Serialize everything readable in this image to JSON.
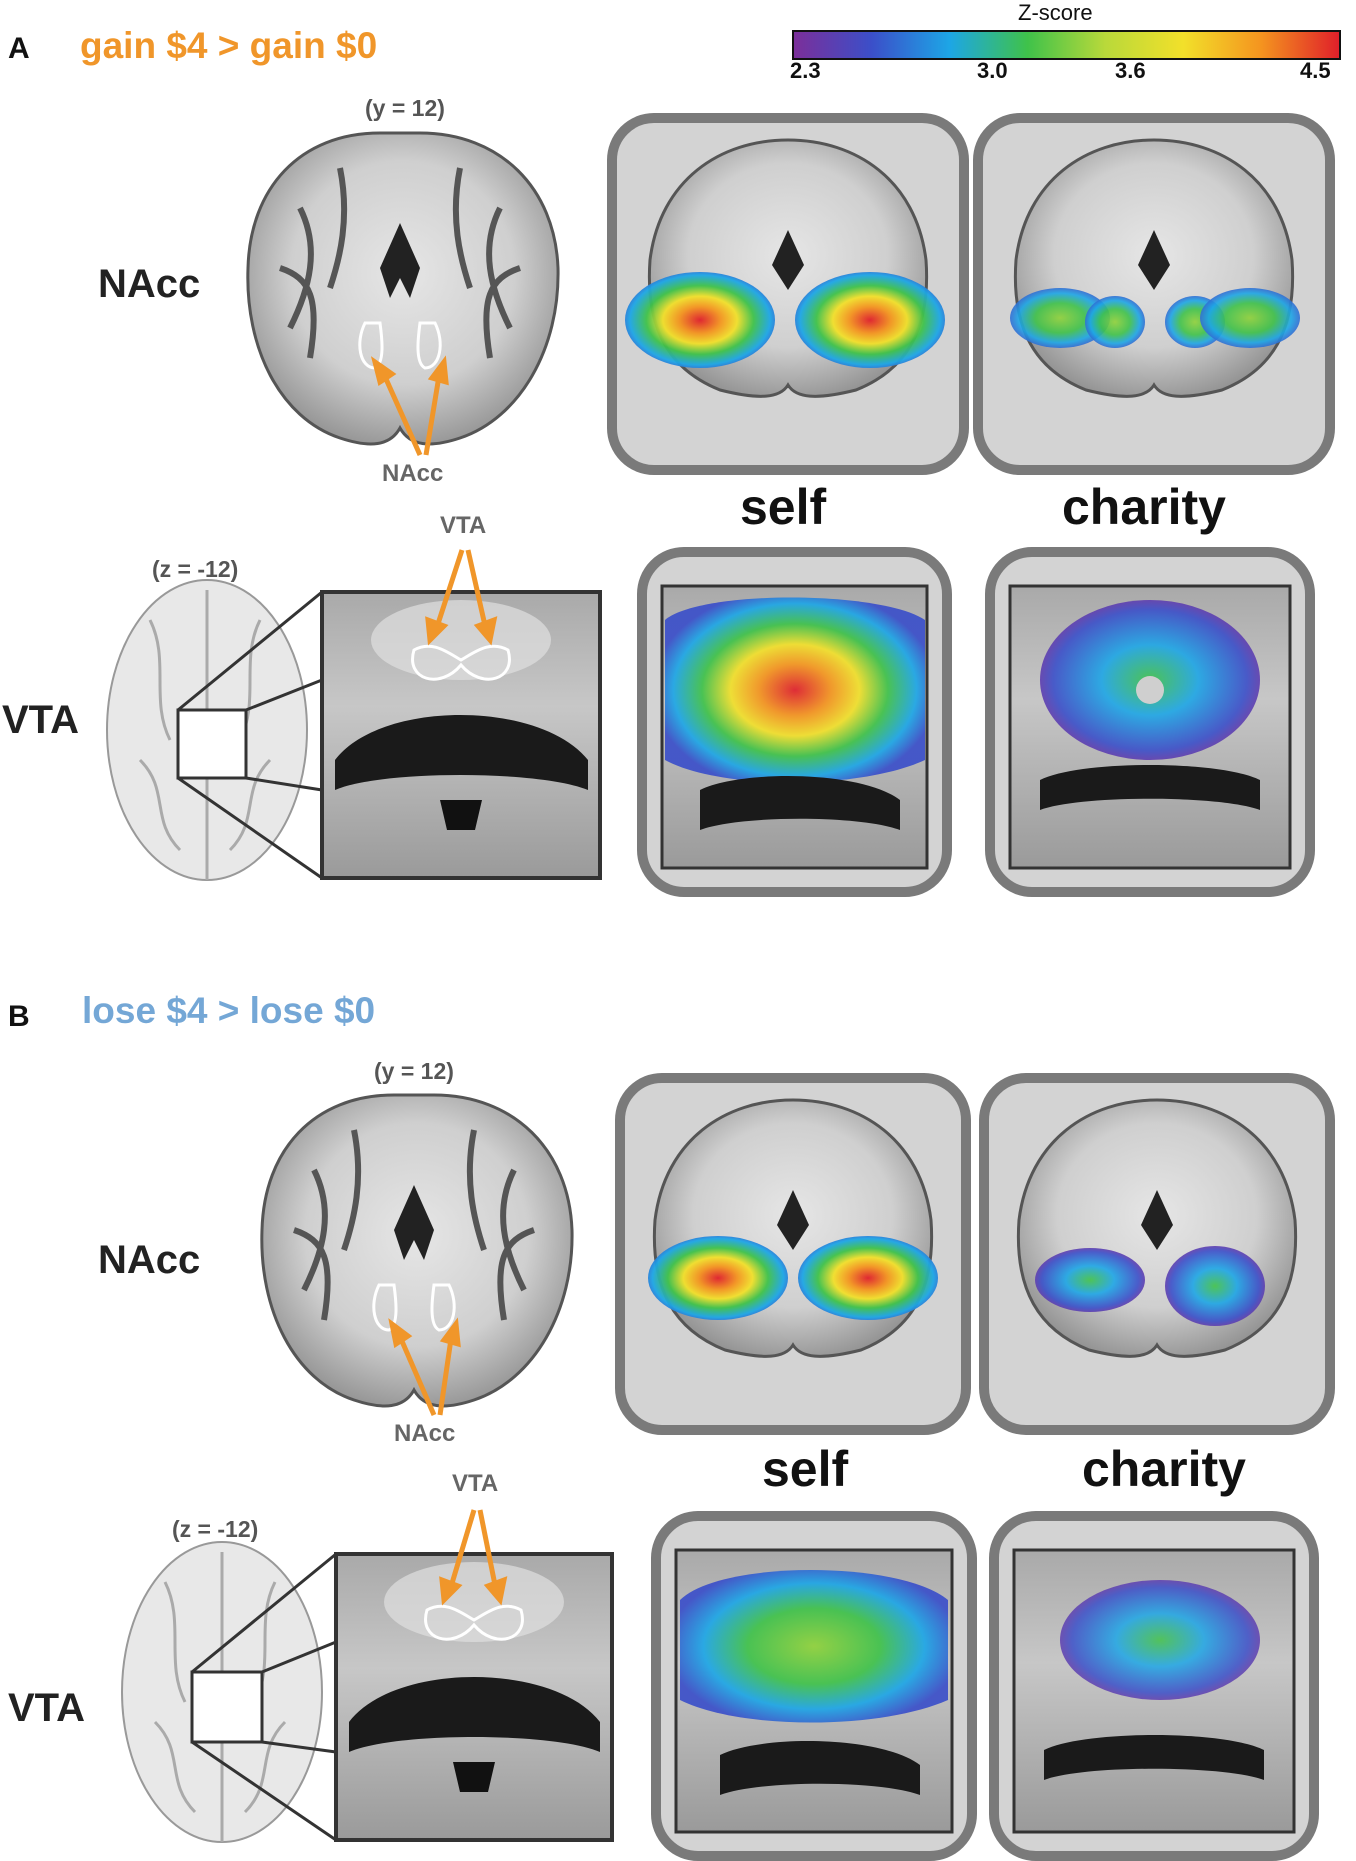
{
  "colorbar": {
    "title": "Z-score",
    "ticks": [
      "2.3",
      "3.0",
      "3.6",
      "4.5"
    ],
    "tick_values": [
      2.3,
      3.0,
      3.6,
      4.5
    ],
    "range": [
      2.3,
      4.5
    ],
    "colors": [
      "#7b2f9a",
      "#3b4fc9",
      "#1da6e6",
      "#3fc24a",
      "#b9d93a",
      "#f2e02a",
      "#f4941f",
      "#e0202a"
    ]
  },
  "panels": [
    {
      "letter": "A",
      "title": "gain $4 > gain $0",
      "title_color": "#f0962a",
      "coronal_coord": "(y = 12)",
      "axial_coord": "(z = -12)",
      "nacc_row_label": "NAcc",
      "nacc_arrow_label": "NAcc",
      "vta_row_label": "VTA",
      "vta_arrow_label": "VTA",
      "conditions": [
        "self",
        "charity"
      ]
    },
    {
      "letter": "B",
      "title": "lose $4 > lose $0",
      "title_color": "#74a7d6",
      "coronal_coord": "(y = 12)",
      "axial_coord": "(z = -12)",
      "nacc_row_label": "NAcc",
      "nacc_arrow_label": "NAcc",
      "vta_row_label": "VTA",
      "vta_arrow_label": "VTA",
      "conditions": [
        "self",
        "charity"
      ]
    }
  ],
  "colors": {
    "arrow": "#f0962a",
    "frame": "#7a7a7a",
    "frame_fill": "#d3d3d3"
  }
}
